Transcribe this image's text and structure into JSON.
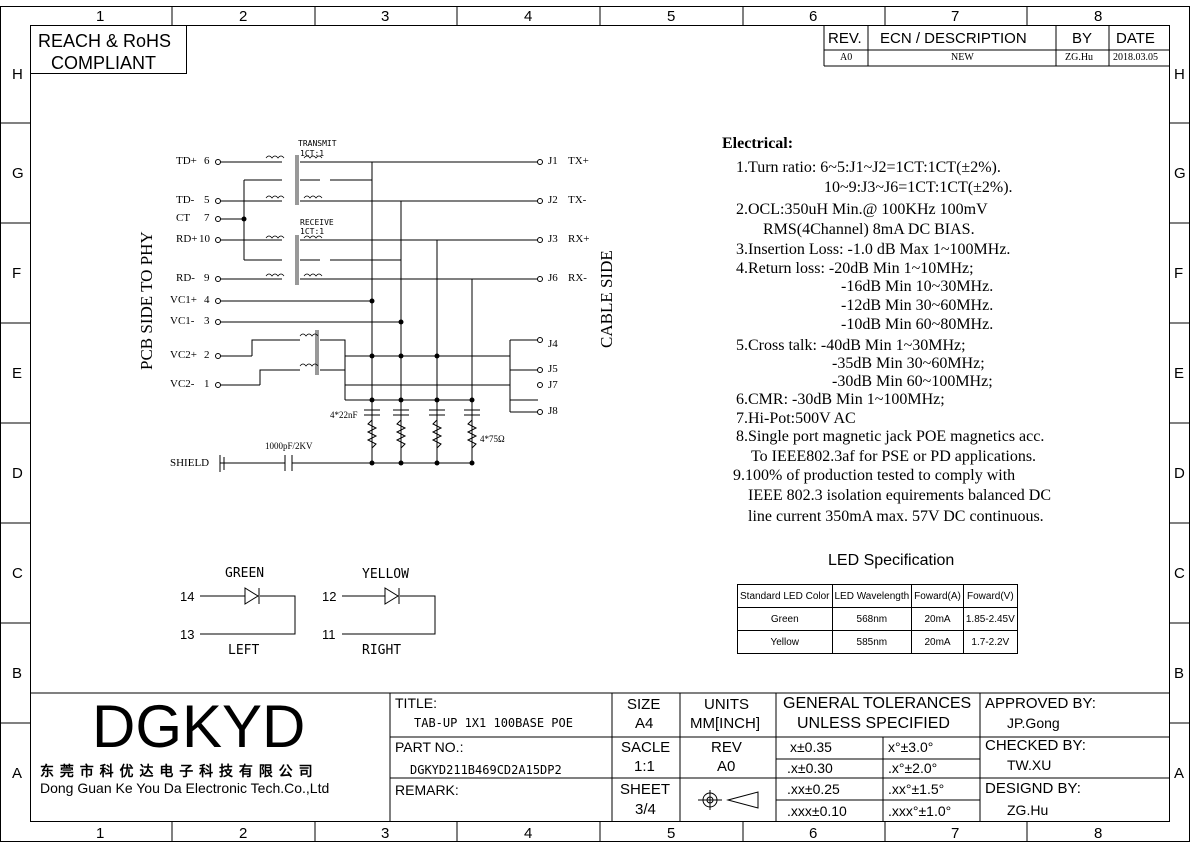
{
  "zones": {
    "columns": [
      "1",
      "2",
      "3",
      "4",
      "5",
      "6",
      "7",
      "8"
    ],
    "rows": [
      "H",
      "G",
      "F",
      "E",
      "D",
      "C",
      "B",
      "A"
    ]
  },
  "compliance": {
    "line1": "REACH & RoHS",
    "line2": "COMPLIANT"
  },
  "revision_table": {
    "headers": [
      "REV.",
      "ECN / DESCRIPTION",
      "BY",
      "DATE"
    ],
    "row": [
      "A0",
      "NEW",
      "ZG.Hu",
      "2018.03.05"
    ]
  },
  "schematic": {
    "transmit_label": "TRANSMIT",
    "transmit_ratio": "1CT:1",
    "receive_label": "RECEIVE",
    "receive_ratio": "1CT:1",
    "pcb_side": "PCB SIDE TO PHY",
    "cable_side": "CABLE SIDE",
    "left_pins": [
      {
        "name": "TD+",
        "num": "6"
      },
      {
        "name": "TD-",
        "num": "5"
      },
      {
        "name": "CT",
        "num": "7"
      },
      {
        "name": "RD+",
        "num": "10"
      },
      {
        "name": "RD-",
        "num": "9"
      },
      {
        "name": "VC1+",
        "num": "4"
      },
      {
        "name": "VC1-",
        "num": "3"
      },
      {
        "name": "VC2+",
        "num": "2"
      },
      {
        "name": "VC2-",
        "num": "1"
      }
    ],
    "right_pins": [
      {
        "num": "J1",
        "name": "TX+"
      },
      {
        "num": "J2",
        "name": "TX-"
      },
      {
        "num": "J3",
        "name": "RX+"
      },
      {
        "num": "J6",
        "name": "RX-"
      },
      {
        "num": "J4",
        "name": ""
      },
      {
        "num": "J5",
        "name": ""
      },
      {
        "num": "J7",
        "name": ""
      },
      {
        "num": "J8",
        "name": ""
      }
    ],
    "cap_label": "4*22nF",
    "res_label": "4*75Ω",
    "shield_label": "SHIELD",
    "shield_cap": "1000pF/2KV"
  },
  "leds": {
    "left": {
      "color": "GREEN",
      "pin_a": "14",
      "pin_b": "13",
      "side": "LEFT"
    },
    "right": {
      "color": "YELLOW",
      "pin_a": "12",
      "pin_b": "11",
      "side": "RIGHT"
    }
  },
  "electrical": {
    "title": "Electrical:",
    "lines": [
      "1.Turn ratio: 6~5:J1~J2=1CT:1CT(±2%).",
      "10~9:J3~J6=1CT:1CT(±2%).",
      "2.OCL:350uH Min.@ 100KHz 100mV",
      "RMS(4Channel) 8mA DC BIAS.",
      "3.Insertion Loss: -1.0 dB Max 1~100MHz.",
      "4.Return loss: -20dB Min 1~10MHz;",
      "-16dB Min 10~30MHz.",
      "-12dB Min 30~60MHz.",
      "-10dB Min 60~80MHz.",
      "5.Cross talk: -40dB Min 1~30MHz;",
      "-35dB Min 30~60MHz;",
      "-30dB Min 60~100MHz;",
      "6.CMR: -30dB Min 1~100MHz;",
      "7.Hi-Pot:500V AC",
      "8.Single port magnetic jack POE magnetics acc.",
      "To IEEE802.3af for  PSE or  PD   applications.",
      "9.100% of production tested to comply with",
      "IEEE 802.3 isolation equirements balanced DC",
      "line current 350mA max. 57V DC continuous."
    ]
  },
  "led_spec": {
    "title": "LED Specification",
    "headers": [
      "Standard LED Color",
      "LED Wavelength",
      "Foward(A)",
      "Foward(V)"
    ],
    "rows": [
      [
        "Green",
        "568nm",
        "20mA",
        "1.85-2.45V"
      ],
      [
        "Yellow",
        "585nm",
        "20mA",
        "1.7-2.2V"
      ]
    ]
  },
  "title_block": {
    "logo": "DGKYD",
    "company_cn": "东 莞 市 科 优 达 电 子 科 技 有 限 公 司",
    "company_en": "Dong Guan Ke You Da Electronic Tech.Co.,Ltd",
    "title_label": "TITLE:",
    "title_value": "TAB-UP 1X1 100BASE POE",
    "part_label": "PART NO.:",
    "part_value": "DGKYD211B469CD2A15DP2",
    "remark_label": "REMARK:",
    "size_label": "SIZE",
    "size_value": "A4",
    "units_label": "UNITS",
    "units_value": "MM[INCH]",
    "scale_label": "SACLE",
    "scale_value": "1:1",
    "rev_label": "REV",
    "rev_value": "A0",
    "sheet_label": "SHEET",
    "sheet_value": "3/4",
    "tol_title1": "GENERAL TOLERANCES",
    "tol_title2": "UNLESS SPECIFIED",
    "tolerances": [
      [
        "x±0.35",
        "x°±3.0°"
      ],
      [
        ".x±0.30",
        ".x°±2.0°"
      ],
      [
        ".xx±0.25",
        ".xx°±1.5°"
      ],
      [
        ".xxx±0.10",
        ".xxx°±1.0°"
      ]
    ],
    "approved_label": "APPROVED BY:",
    "approved_value": "JP.Gong",
    "checked_label": "CHECKED BY:",
    "checked_value": "TW.XU",
    "designed_label": "DESIGND BY:",
    "designed_value": "ZG.Hu"
  }
}
